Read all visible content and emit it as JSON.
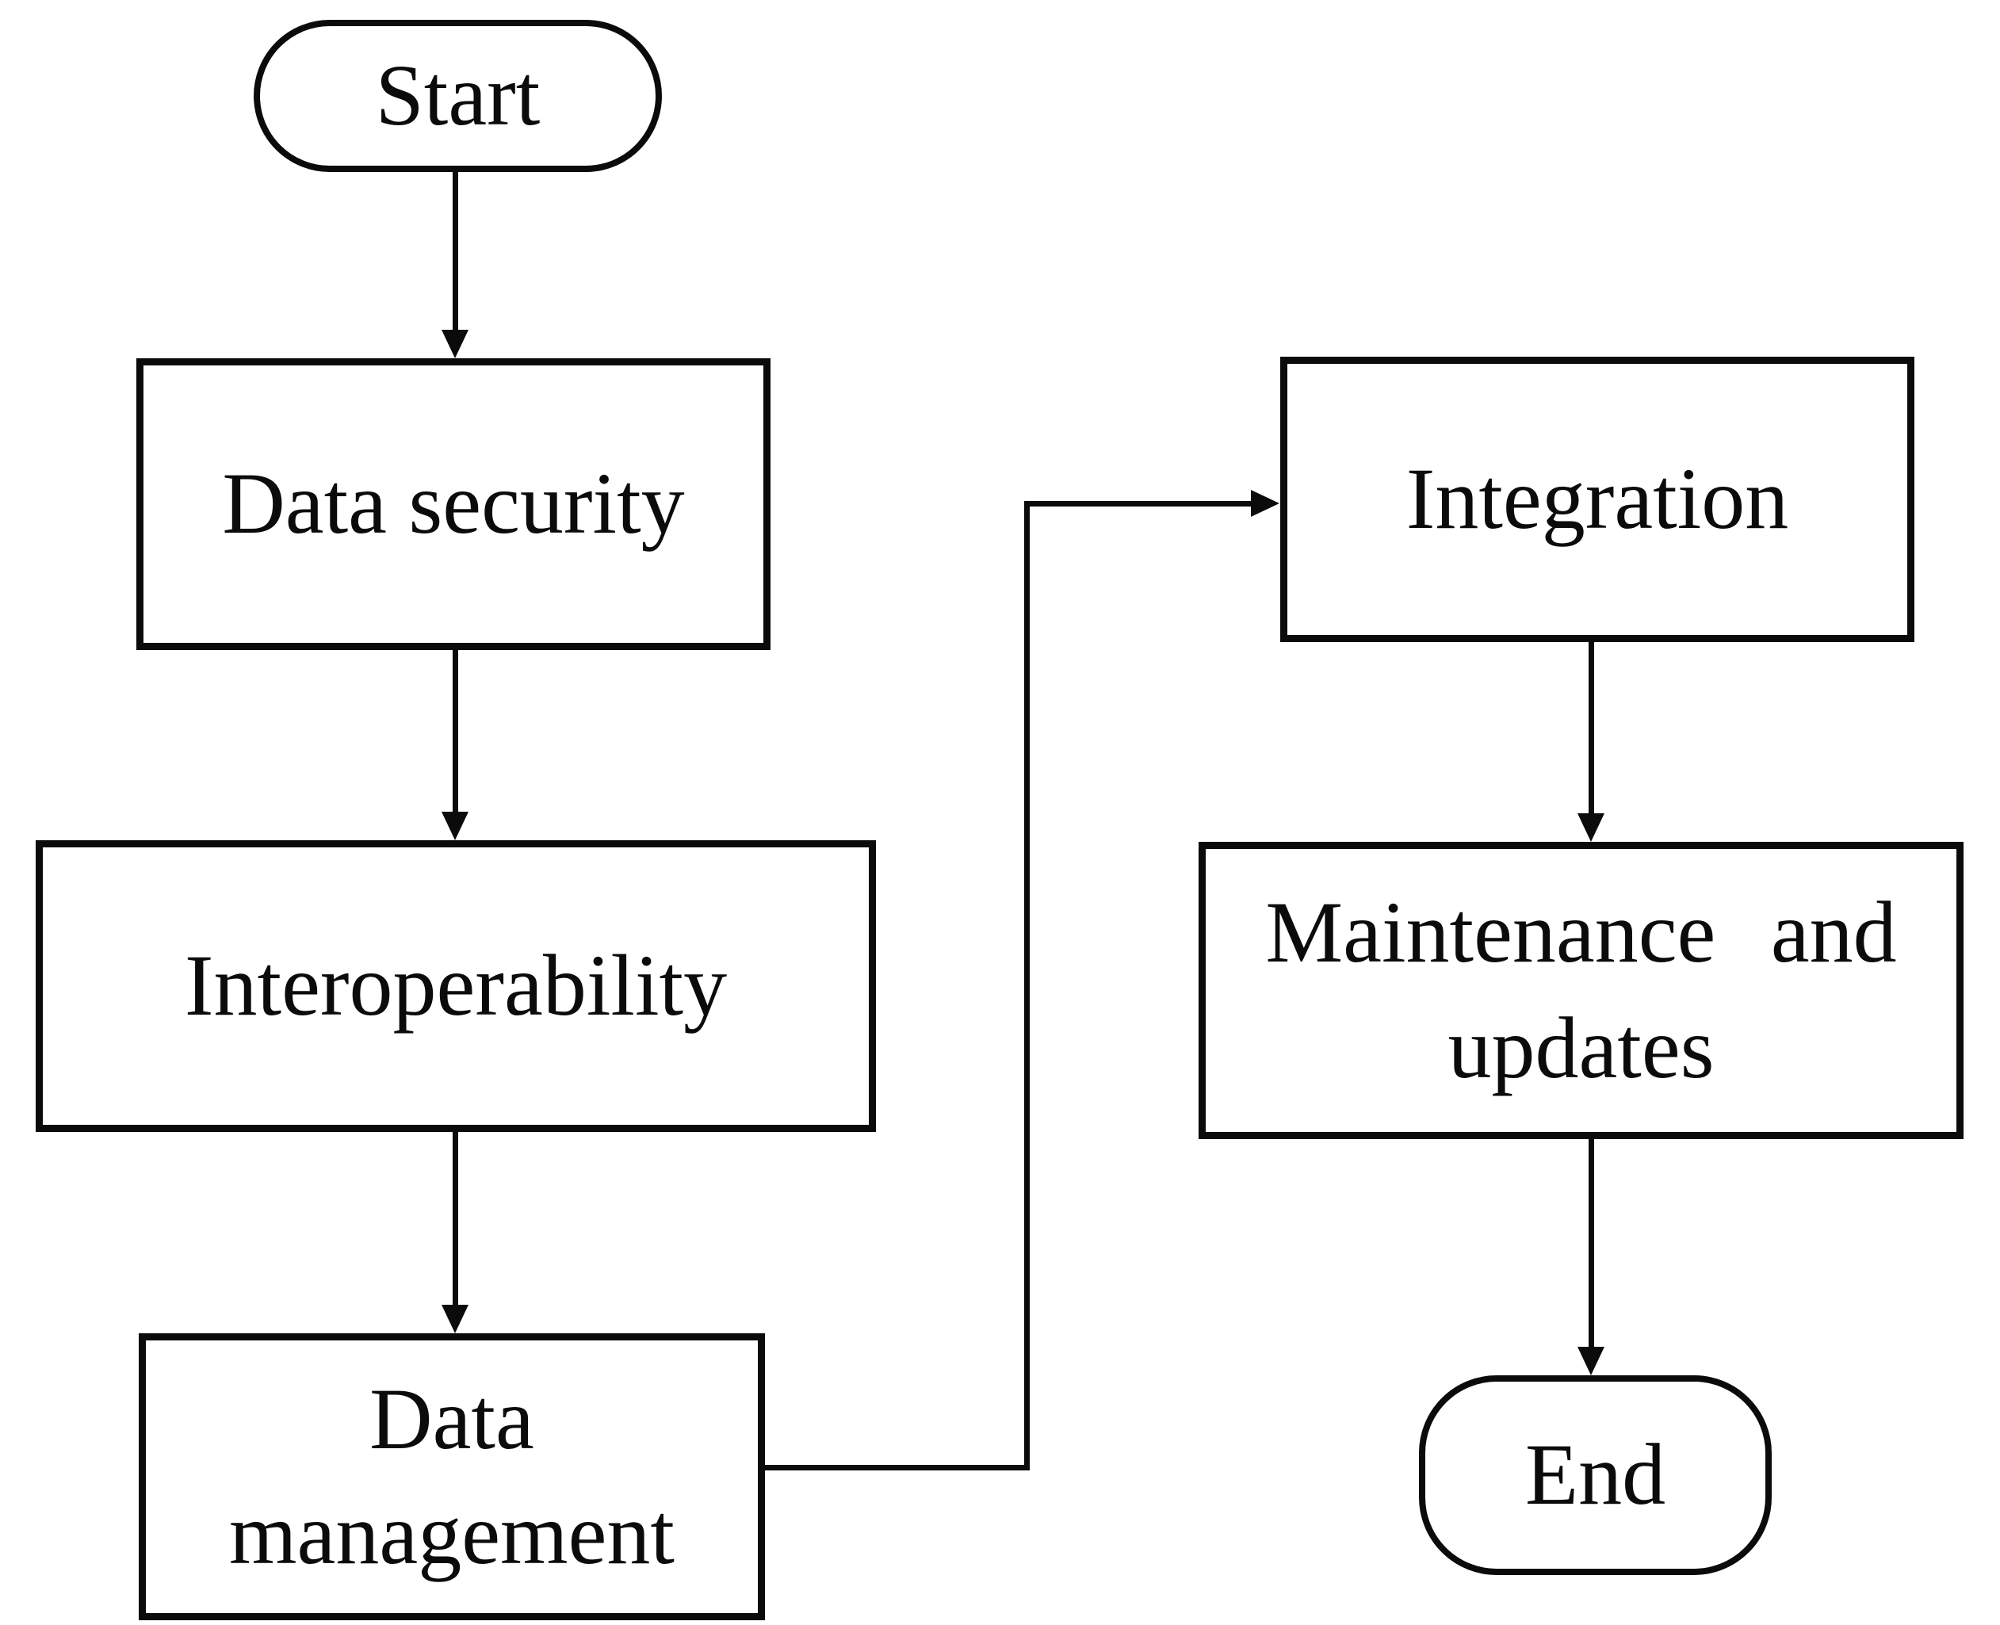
{
  "diagram": {
    "type": "flowchart",
    "background_color": "#ffffff",
    "stroke_color": "#0b0b0b",
    "node_fill_color": "#ffffff",
    "nodes": {
      "start": {
        "shape": "terminator",
        "label": "Start"
      },
      "data_security": {
        "shape": "process",
        "label": "Data security"
      },
      "interoperability": {
        "shape": "process",
        "label": "Interoperability"
      },
      "data_management": {
        "shape": "process",
        "label_line1": "Data",
        "label_line2": "management"
      },
      "integration": {
        "shape": "process",
        "label": "Integration"
      },
      "maintenance": {
        "shape": "process",
        "label_line1": "Maintenance and",
        "label_line2": "updates"
      },
      "end": {
        "shape": "terminator",
        "label": "End"
      }
    },
    "edges": [
      {
        "from": "start",
        "to": "data_security",
        "route": "straight-down"
      },
      {
        "from": "data_security",
        "to": "interoperability",
        "route": "straight-down"
      },
      {
        "from": "interoperability",
        "to": "data_management",
        "route": "straight-down"
      },
      {
        "from": "data_management",
        "to": "integration",
        "route": "elbow-right-up-right"
      },
      {
        "from": "integration",
        "to": "maintenance",
        "route": "straight-down"
      },
      {
        "from": "maintenance",
        "to": "end",
        "route": "straight-down"
      }
    ]
  }
}
